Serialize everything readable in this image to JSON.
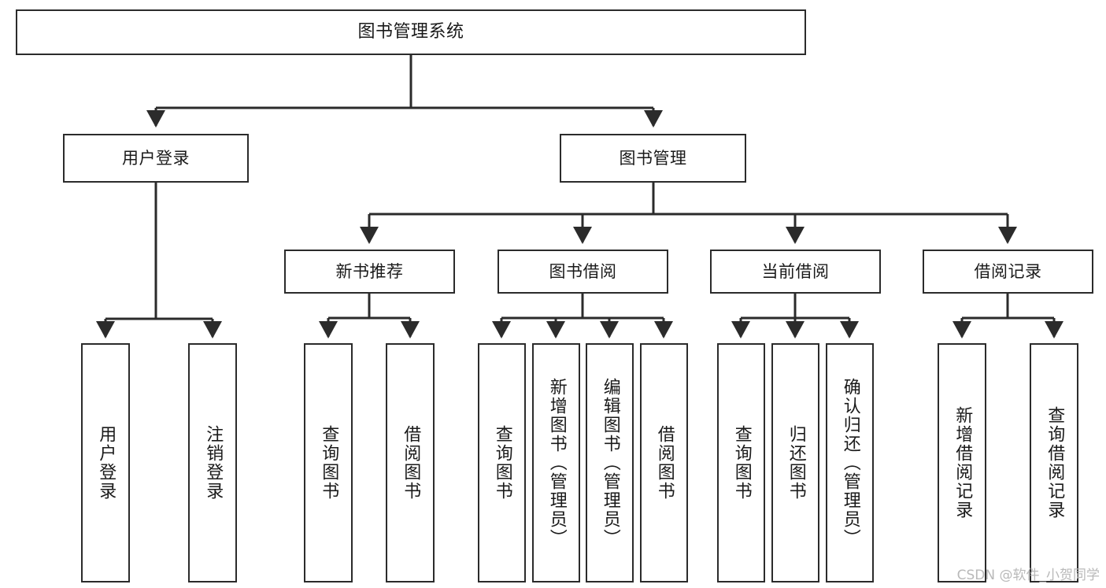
{
  "diagram": {
    "title": "图书管理系统",
    "watermark": "CSDN @软件_小贺同学",
    "line_color": "#2b2b2b",
    "box_border_color": "#2b2b2b",
    "box_fill_color": "#ffffff",
    "background_color": "#ffffff",
    "watermark_color": "#b9b9b9"
  },
  "nodes": {
    "root": {
      "label": "图书管理系统"
    },
    "level2": [
      {
        "label": "用户登录"
      },
      {
        "label": "图书管理"
      }
    ],
    "level3": [
      {
        "label": "新书推荐"
      },
      {
        "label": "图书借阅"
      },
      {
        "label": "当前借阅"
      },
      {
        "label": "借阅记录"
      }
    ],
    "leaves": {
      "user_login": [
        {
          "label": "用户登录"
        },
        {
          "label": "注销登录"
        }
      ],
      "new_book_recommend": [
        {
          "label": "查询图书"
        },
        {
          "label": "借阅图书"
        }
      ],
      "book_borrow": [
        {
          "label": "查询图书"
        },
        {
          "label": "新增图书（管理员）"
        },
        {
          "label": "编辑图书（管理员）"
        },
        {
          "label": "借阅图书"
        }
      ],
      "current_borrow": [
        {
          "label": "查询图书"
        },
        {
          "label": "归还图书"
        },
        {
          "label": "确认归还（管理员）"
        }
      ],
      "borrow_record": [
        {
          "label": "新增借阅记录"
        },
        {
          "label": "查询借阅记录"
        }
      ]
    }
  },
  "chart_data": {
    "type": "table",
    "title": "图书管理系统功能结构图",
    "hierarchy": [
      {
        "name": "图书管理系统",
        "children": [
          {
            "name": "用户登录",
            "children": [
              {
                "name": "用户登录"
              },
              {
                "name": "注销登录"
              }
            ]
          },
          {
            "name": "图书管理",
            "children": [
              {
                "name": "新书推荐",
                "children": [
                  {
                    "name": "查询图书"
                  },
                  {
                    "name": "借阅图书"
                  }
                ]
              },
              {
                "name": "图书借阅",
                "children": [
                  {
                    "name": "查询图书"
                  },
                  {
                    "name": "新增图书（管理员）"
                  },
                  {
                    "name": "编辑图书（管理员）"
                  },
                  {
                    "name": "借阅图书"
                  }
                ]
              },
              {
                "name": "当前借阅",
                "children": [
                  {
                    "name": "查询图书"
                  },
                  {
                    "name": "归还图书"
                  },
                  {
                    "name": "确认归还（管理员）"
                  }
                ]
              },
              {
                "name": "借阅记录",
                "children": [
                  {
                    "name": "新增借阅记录"
                  },
                  {
                    "name": "查询借阅记录"
                  }
                ]
              }
            ]
          }
        ]
      }
    ]
  }
}
